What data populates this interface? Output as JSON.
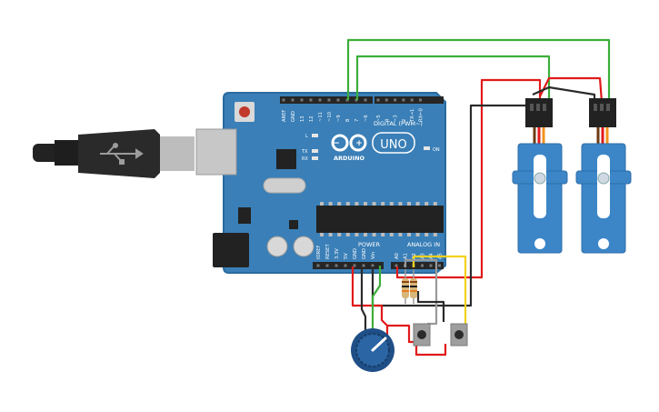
{
  "board": {
    "name": "UNO",
    "brand": "ARDUINO",
    "digital_label": "DIGITAL (PWM~)",
    "power_label": "POWER",
    "analog_label": "ANALOG IN",
    "on_label": "ON",
    "led_l": "L",
    "led_tx": "TX",
    "led_rx": "RX",
    "top_pins": [
      "AREF",
      "GND",
      "13",
      "12",
      "~11",
      "~10",
      "~9",
      "8",
      "7",
      "~6",
      "~5",
      "4",
      "~3",
      "2",
      "TX→1",
      "RX←0"
    ],
    "power_pins": [
      "IOREF",
      "RESET",
      "3.3V",
      "5V",
      "GND",
      "GND",
      "Vin"
    ],
    "analog_pins": [
      "A0",
      "A1",
      "A2",
      "A3",
      "A4",
      "A5"
    ]
  },
  "colors": {
    "board": "#3a7fb7",
    "board_edge": "#2b6a9e",
    "header": "#262626",
    "wire_red": "#e11a1a",
    "wire_black": "#2b2b2b",
    "wire_green": "#3cae3a",
    "wire_yellow": "#f3d21c",
    "wire_gray": "#9a9a9a",
    "servo": "#3c86c8",
    "pot": "#1f4f86"
  }
}
